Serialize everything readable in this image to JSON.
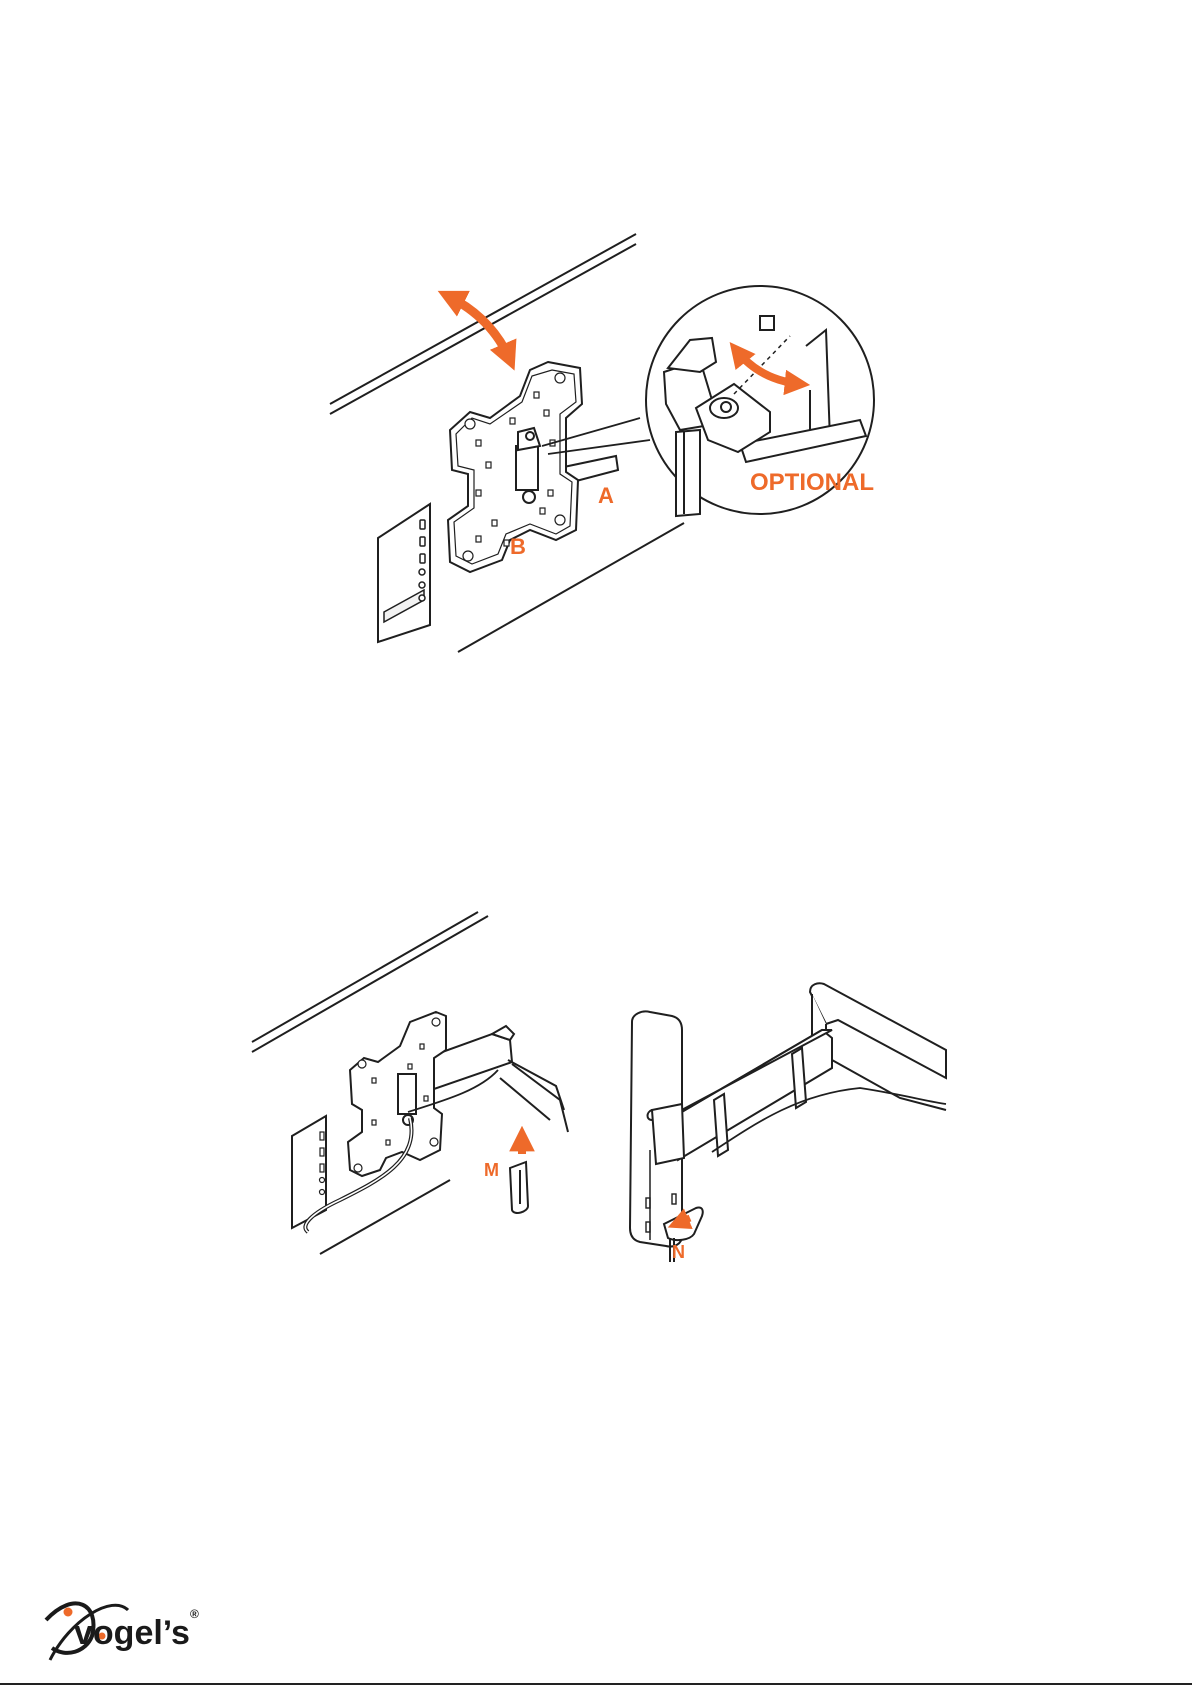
{
  "labels": {
    "upper_arm": "A",
    "upper_plate": "B",
    "optional": "OPTIONAL",
    "clip_m": "M",
    "clip_n": "N"
  },
  "brand": {
    "name": "vogel’s",
    "registered": "®"
  },
  "colors": {
    "accent": "#ee6a2a",
    "line": "#1f1f1f",
    "fill_light": "#f2f2f2"
  },
  "icons": [
    "double-arrow-icon",
    "up-arrow-icon",
    "vogels-logo"
  ]
}
